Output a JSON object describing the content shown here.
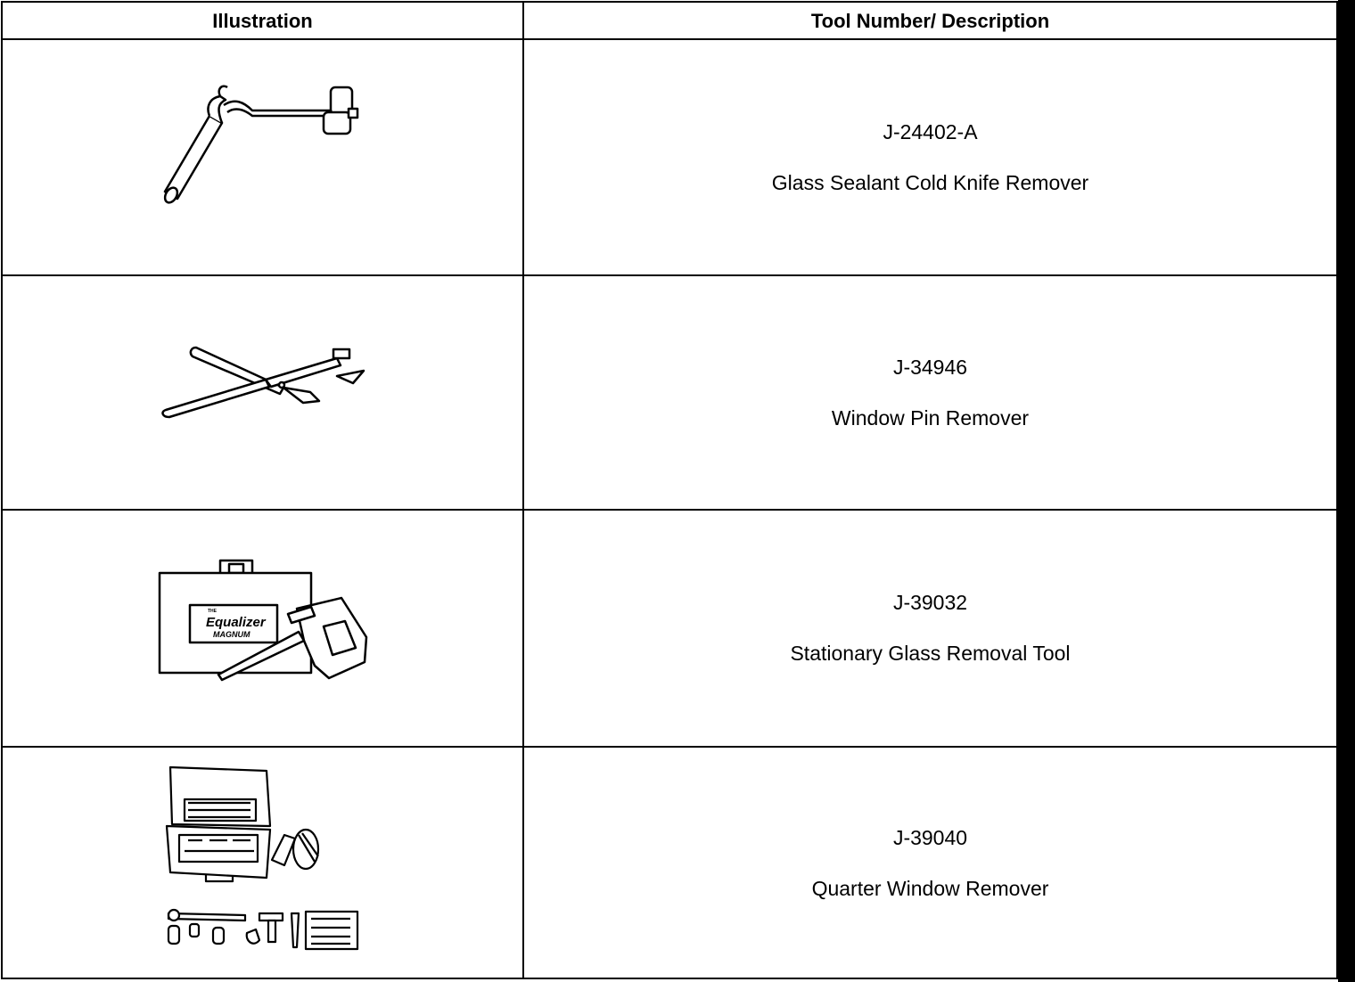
{
  "table": {
    "headers": {
      "illustration": "Illustration",
      "tool": "Tool Number/ Description"
    },
    "rows": [
      {
        "number": "J-24402-A",
        "description": "Glass Sealant Cold Knife Remover",
        "icon": "cold-knife-icon"
      },
      {
        "number": "J-34946",
        "description": "Window Pin Remover",
        "icon": "pin-remover-icon"
      },
      {
        "number": "J-39032",
        "description": "Stationary Glass Removal Tool",
        "icon": "glass-removal-tool-icon",
        "logo_text": [
          "THE",
          "Equalizer",
          "MAGNUM"
        ]
      },
      {
        "number": "J-39040",
        "description": "Quarter Window Remover",
        "icon": "tool-kit-icon"
      }
    ]
  }
}
